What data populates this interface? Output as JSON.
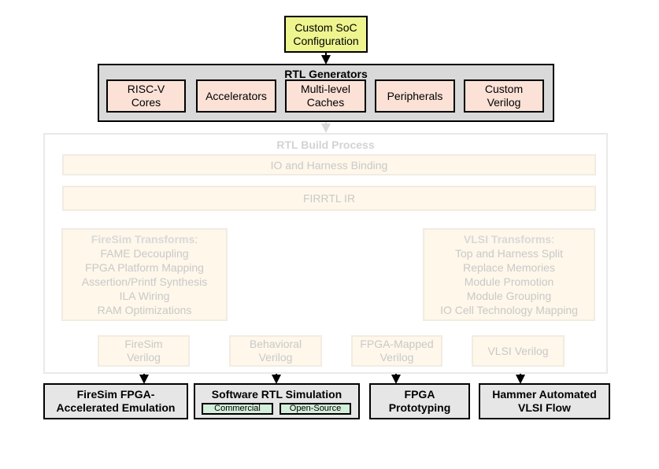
{
  "top": {
    "label": "Custom SoC\nConfiguration"
  },
  "generators": {
    "title": "RTL Generators",
    "items": [
      "RISC-V\nCores",
      "Accelerators",
      "Multi-level\nCaches",
      "Peripherals",
      "Custom\nVerilog"
    ]
  },
  "build": {
    "title": "RTL Build Process",
    "io_binding": "IO and Harness Binding",
    "firrtl": "FIRRTL IR",
    "firesim_transforms": {
      "title": "FireSim Transforms",
      "items": [
        "FAME Decoupling",
        "FPGA Platform Mapping",
        "Assertion/Printf Synthesis",
        "ILA Wiring",
        "RAM Optimizations"
      ]
    },
    "vlsi_transforms": {
      "title": "VLSI Transforms",
      "items": [
        "Top and Harness Split",
        "Replace Memories",
        "Module Promotion",
        "Module Grouping",
        "IO Cell Technology Mapping"
      ]
    },
    "verilogs": [
      "FireSim\nVerilog",
      "Behavioral\nVerilog",
      "FPGA-Mapped\nVerilog",
      "VLSI Verilog"
    ]
  },
  "outputs": {
    "firesim": "FireSim FPGA-\nAccelerated Emulation",
    "sw_sim": "Software RTL Simulation",
    "sw_sim_commercial": "Commercial",
    "sw_sim_open": "Open-Source",
    "fpga": "FPGA\nPrototyping",
    "hammer": "Hammer Automated\nVLSI Flow"
  },
  "colors": {
    "config_fill": "#eef58f",
    "generator_panel": "#d9d9d9",
    "generator_item": "#fbe1d6",
    "faded_fill": "#fef7ea",
    "output_fill": "#e6e6e6",
    "chip_fill": "#d3eeda"
  }
}
